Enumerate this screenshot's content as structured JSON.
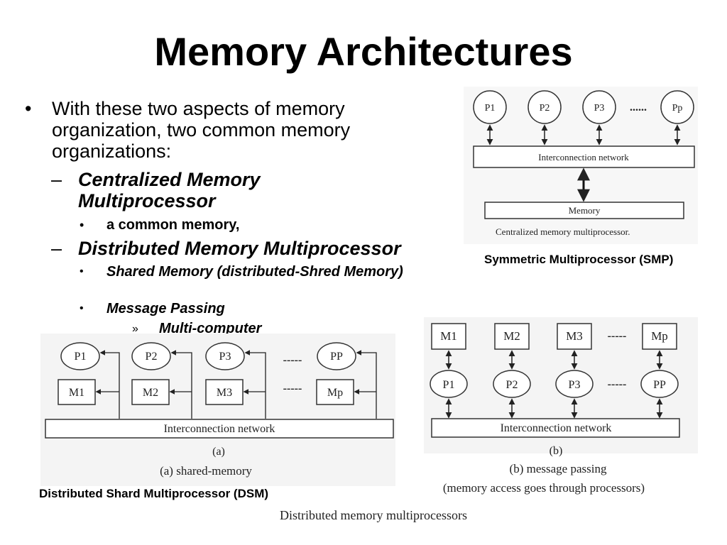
{
  "slide": {
    "title": "Memory Architectures",
    "bullet_1": {
      "marker": "•",
      "text": "With these two aspects of memory organization, two common memory organizations:"
    },
    "sub_centralized": {
      "marker": "–",
      "text": "Centralized Memory Multiprocessor"
    },
    "centralized_detail": {
      "marker": "•",
      "text": "a common memory,"
    },
    "sub_distributed": {
      "marker": "–",
      "text": "Distributed Memory Multiprocessor"
    },
    "distributed_detail_1": {
      "marker": "•",
      "text": "Shared Memory (distributed-Shred Memory)"
    },
    "distributed_detail_2": {
      "marker": "•",
      "text": "Message Passing"
    },
    "message_passing_detail": {
      "marker": "»",
      "text": "Multi-computer"
    },
    "smp_caption": "Symmetric Multiprocessor (SMP)",
    "dsm_caption": "Distributed  Shard Multiprocessor (DSM)"
  },
  "figure_smp": {
    "processors": [
      "P1",
      "P2",
      "P3",
      "Pp"
    ],
    "ellipsis": "......",
    "network_label": "Interconnection network",
    "memory_label": "Memory",
    "caption": "Centralized memory multiprocessor."
  },
  "figure_dsm": {
    "processors": [
      "P1",
      "P2",
      "P3",
      "PP"
    ],
    "memories": [
      "M1",
      "M2",
      "M3",
      "Mp"
    ],
    "ellipsis": "-----",
    "network_label": "Interconnection network",
    "panel_label": "(a)",
    "caption": "(a) shared-memory"
  },
  "figure_mp": {
    "memories": [
      "M1",
      "M2",
      "M3",
      "Mp"
    ],
    "processors": [
      "P1",
      "P2",
      "P3",
      "PP"
    ],
    "ellipsis": "-----",
    "network_label": "Interconnection network",
    "panel_label": "(b)",
    "caption_line_1": "(b) message passing",
    "caption_line_2": "(memory access goes through processors)"
  },
  "figure_caption": "Distributed memory multiprocessors"
}
